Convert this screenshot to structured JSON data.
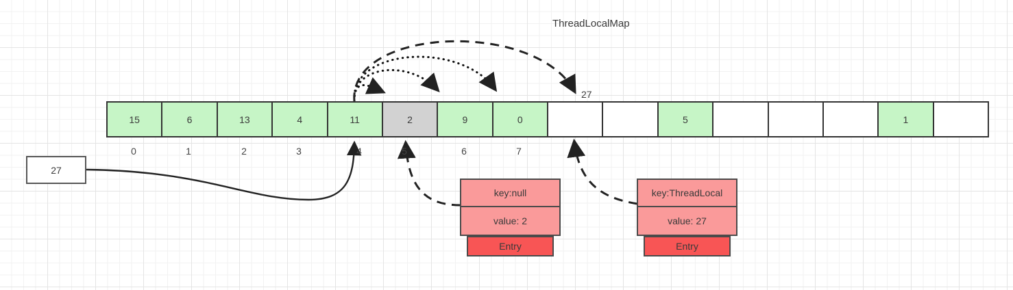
{
  "title": "ThreadLocalMap",
  "array": {
    "cells": [
      {
        "value": "15",
        "state": "green"
      },
      {
        "value": "6",
        "state": "green"
      },
      {
        "value": "13",
        "state": "green"
      },
      {
        "value": "4",
        "state": "green"
      },
      {
        "value": "11",
        "state": "green"
      },
      {
        "value": "2",
        "state": "gray"
      },
      {
        "value": "9",
        "state": "green"
      },
      {
        "value": "0",
        "state": "green"
      },
      {
        "value": "",
        "state": "empty"
      },
      {
        "value": "",
        "state": "empty"
      },
      {
        "value": "5",
        "state": "green"
      },
      {
        "value": "",
        "state": "empty"
      },
      {
        "value": "",
        "state": "empty"
      },
      {
        "value": "",
        "state": "empty"
      },
      {
        "value": "1",
        "state": "green"
      },
      {
        "value": "",
        "state": "empty"
      }
    ],
    "index_labels": [
      "0",
      "1",
      "2",
      "3",
      "4",
      "5",
      "6",
      "7"
    ]
  },
  "input_box": {
    "value": "27"
  },
  "probe_label": "27",
  "entries": [
    {
      "key": "key:null",
      "value": "value: 2",
      "footer": "Entry"
    },
    {
      "key": "key:ThreadLocal",
      "value": "value: 27",
      "footer": "Entry"
    }
  ],
  "colors": {
    "occupied": "#c6f5c6",
    "stale": "#d2d2d2",
    "entry_body": "#fa9a9a",
    "entry_footer": "#f85555",
    "stroke": "#333333"
  }
}
